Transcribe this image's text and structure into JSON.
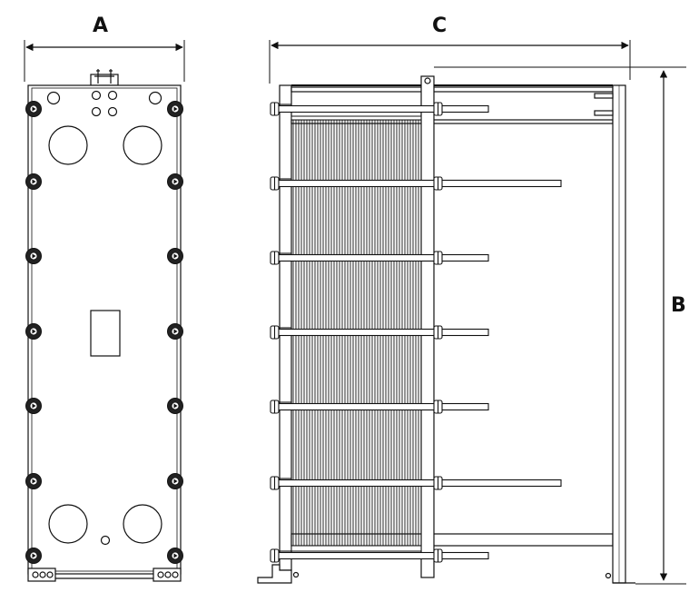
{
  "dimensions": {
    "width_label": "A",
    "height_label": "B",
    "length_label": "C"
  },
  "colors": {
    "line": "#111111",
    "fill": "#ffffff",
    "bolt": "#222222"
  }
}
